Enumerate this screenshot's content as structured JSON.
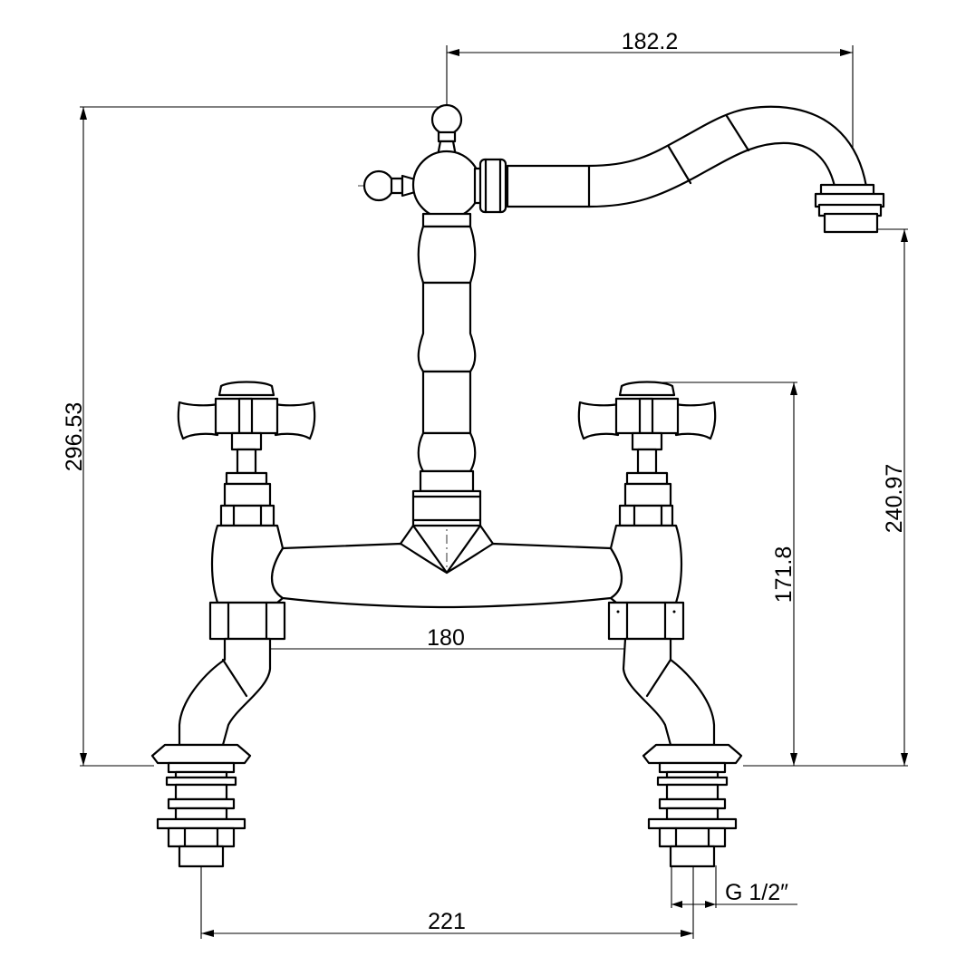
{
  "drawing": {
    "line_color": "#000000",
    "background": "#ffffff",
    "dimensions": {
      "spout_reach": "182.2",
      "total_height": "296.53",
      "spout_outlet_height": "240.97",
      "handle_height": "171.8",
      "body_centers": "180",
      "tail_centers": "221",
      "thread": "G 1/2″"
    }
  }
}
